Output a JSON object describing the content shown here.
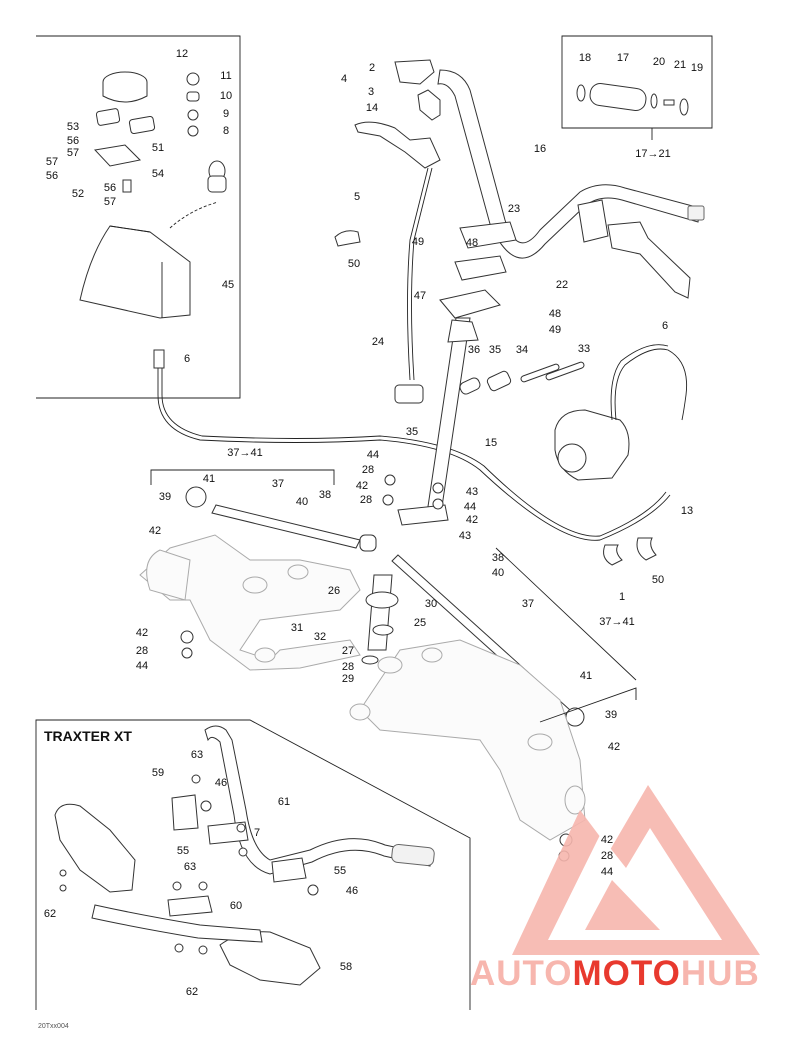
{
  "diagram": {
    "inset_title": "TRAXTER XT",
    "reference_code": "20Txx004",
    "watermark": {
      "part1": "AUTO",
      "part2": "MOTO",
      "part3": "HUB",
      "color_primary": "#e8392e",
      "color_secondary": "#f7b6ae"
    },
    "callouts": [
      "12",
      "11",
      "10",
      "9",
      "8",
      "53",
      "56",
      "57",
      "51",
      "57",
      "56",
      "52",
      "56",
      "57",
      "54",
      "45",
      "6",
      "2",
      "4",
      "3",
      "14",
      "5",
      "16",
      "23",
      "50",
      "49",
      "48",
      "22",
      "47",
      "48",
      "49",
      "24",
      "36",
      "35",
      "34",
      "33",
      "6",
      "18",
      "17",
      "20",
      "21",
      "19",
      "17→21",
      "37→41",
      "41",
      "37",
      "39",
      "40",
      "38",
      "42",
      "44",
      "28",
      "42",
      "43",
      "44",
      "28",
      "42",
      "43",
      "35",
      "15",
      "13",
      "26",
      "30",
      "38",
      "40",
      "25",
      "37",
      "31",
      "32",
      "27",
      "28",
      "29",
      "42",
      "28",
      "44",
      "1",
      "50",
      "37→41",
      "41",
      "39",
      "42",
      "63",
      "59",
      "46",
      "61",
      "55",
      "7",
      "63",
      "55",
      "46",
      "62",
      "60",
      "58",
      "62",
      "42",
      "28",
      "44"
    ]
  }
}
